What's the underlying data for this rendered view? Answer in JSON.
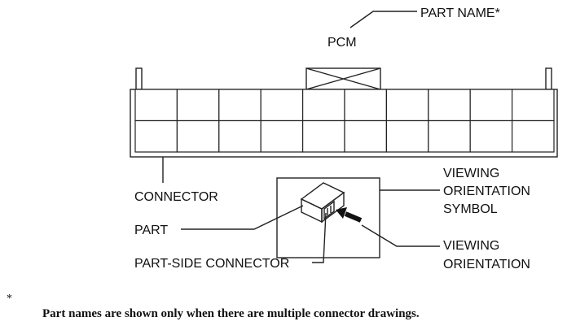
{
  "labels": {
    "part_name": "PART NAME*",
    "pcm": "PCM",
    "connector": "CONNECTOR",
    "part": "PART",
    "part_side_connector": "PART-SIDE CONNECTOR",
    "viewing_orientation_symbol": [
      "VIEWING",
      "ORIENTATION",
      "SYMBOL"
    ],
    "viewing_orientation": [
      "VIEWING",
      "ORIENTATION"
    ]
  },
  "connector_grid": {
    "rows": 2,
    "columns": 10
  },
  "footnote": {
    "mark": "*",
    "text": "Part names are shown only when there are multiple connector drawings."
  }
}
